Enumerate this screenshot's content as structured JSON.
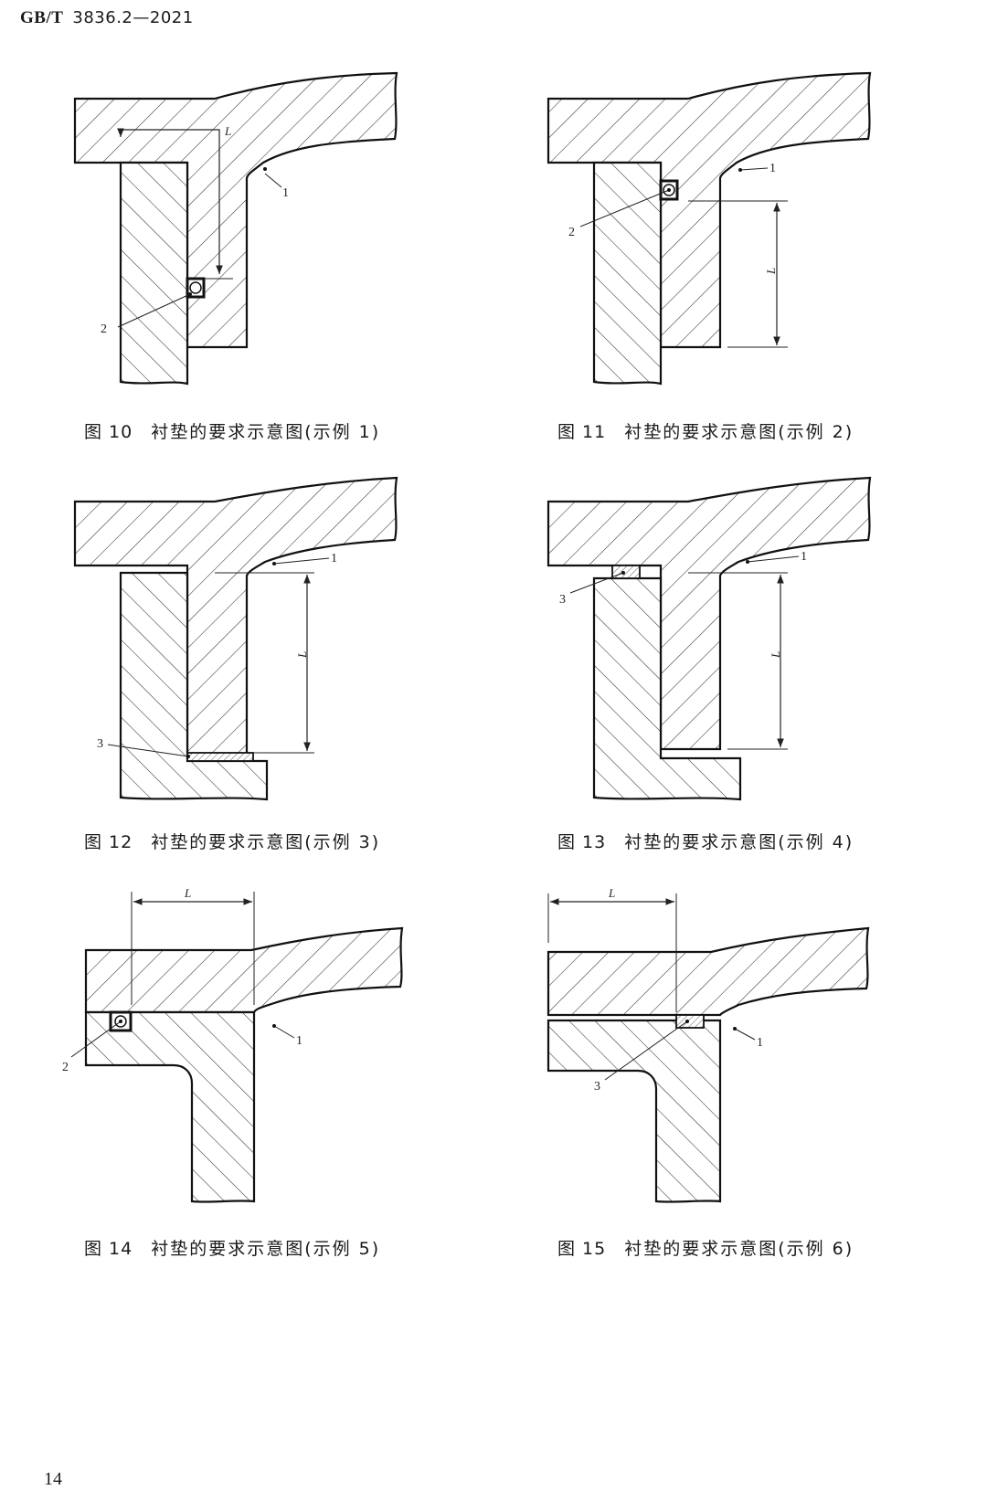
{
  "header": {
    "standard": "GB/T",
    "number": "3836.2—2021"
  },
  "labels": {
    "L": "L",
    "item1": "1",
    "item2": "2",
    "item3": "3"
  },
  "figures": [
    {
      "number": "图 10",
      "title": "衬垫的要求示意图(示例 1)"
    },
    {
      "number": "图 11",
      "title": "衬垫的要求示意图(示例 2)"
    },
    {
      "number": "图 12",
      "title": "衬垫的要求示意图(示例 3)"
    },
    {
      "number": "图 13",
      "title": "衬垫的要求示意图(示例 4)"
    },
    {
      "number": "图 14",
      "title": "衬垫的要求示意图(示例 5)"
    },
    {
      "number": "图 15",
      "title": "衬垫的要求示意图(示例 6)"
    }
  ],
  "page_number": "14"
}
